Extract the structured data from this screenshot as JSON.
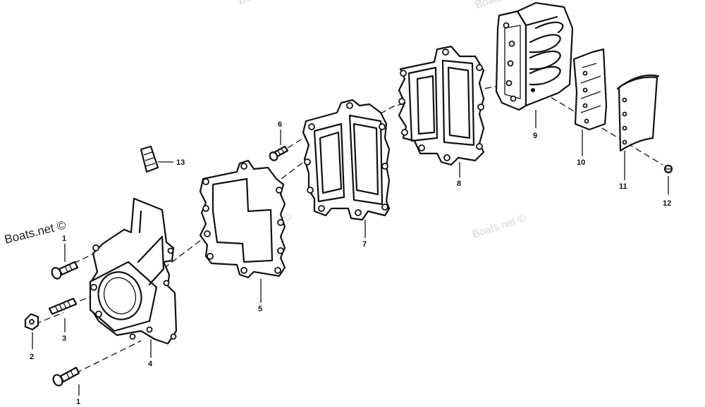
{
  "watermark": {
    "primary": "Boats.net ©",
    "faded": "Boats.net ©"
  },
  "callouts": {
    "c1a": "1",
    "c1b": "1",
    "c2": "2",
    "c3": "3",
    "c4": "4",
    "c5": "5",
    "c6": "6",
    "c7": "7",
    "c8": "8",
    "c9": "9",
    "c10": "10",
    "c11": "11",
    "c12": "12",
    "c13": "13"
  }
}
